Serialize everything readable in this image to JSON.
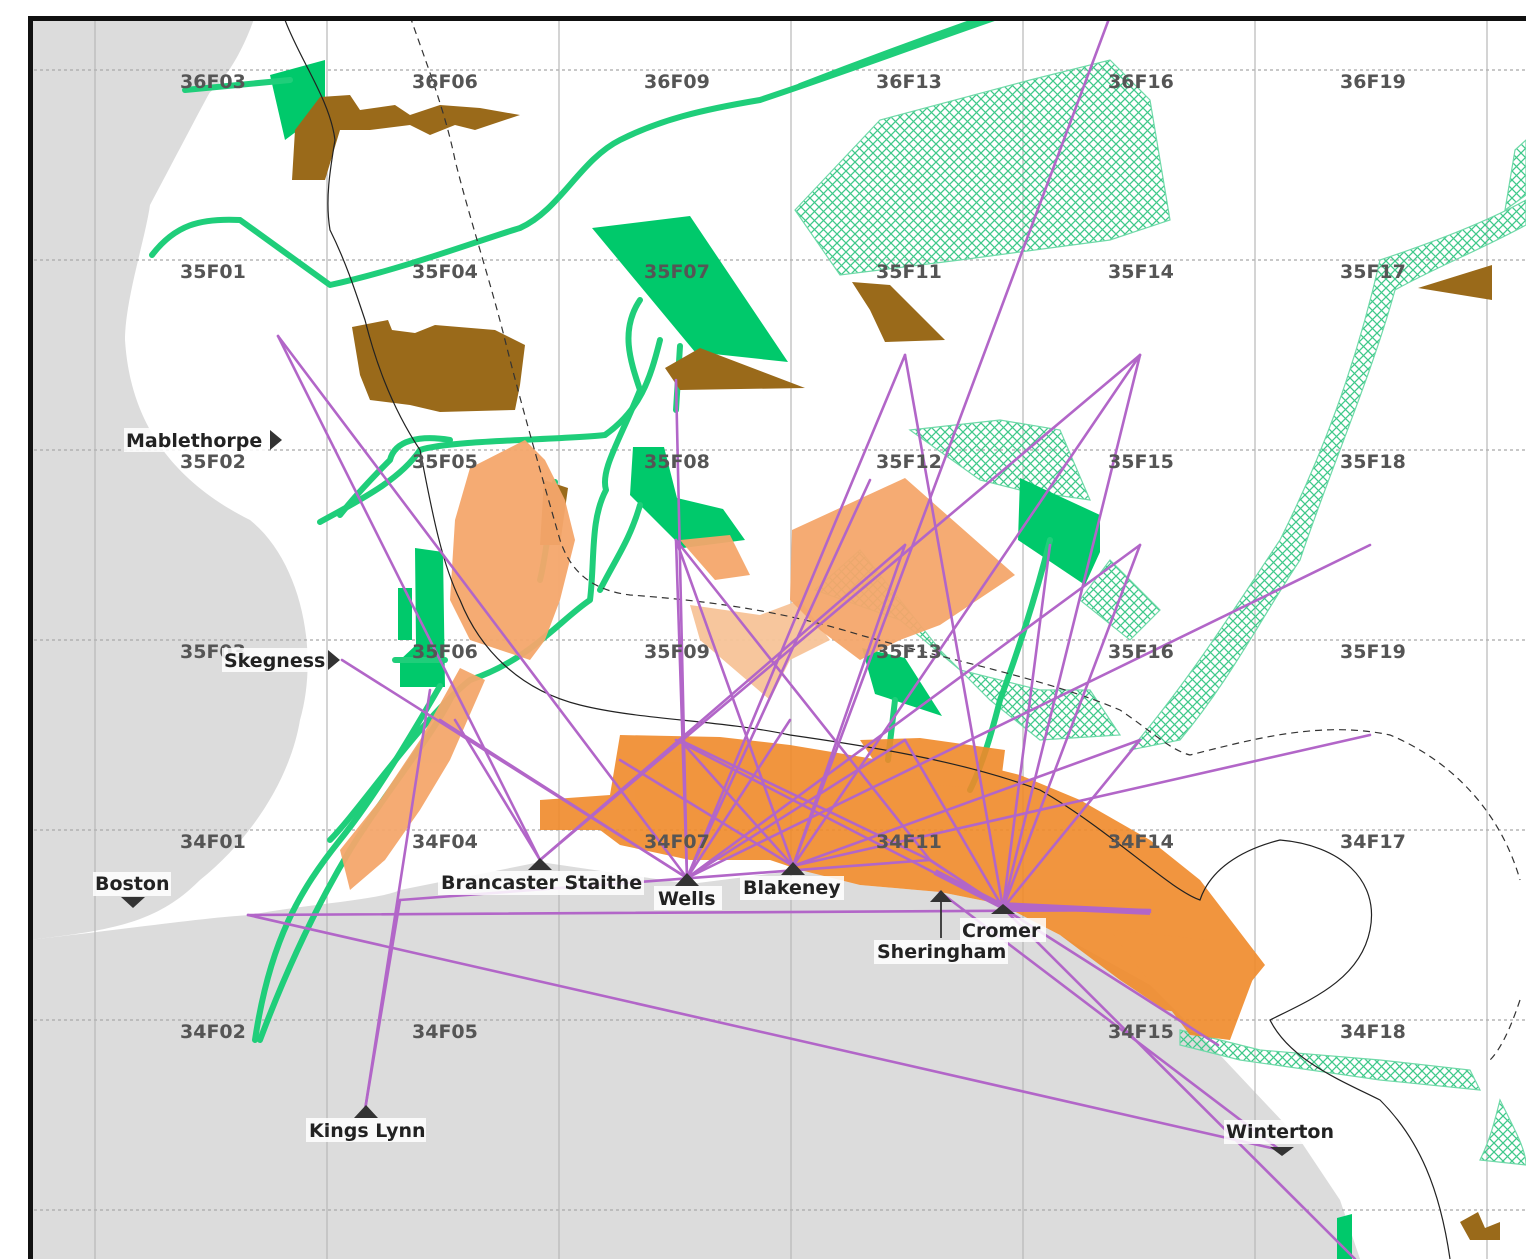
{
  "map": {
    "colors": {
      "land": "#dcdcdc",
      "sea": "#ffffff",
      "pipeline": "#1fce7a",
      "licence_block": "#00c96b",
      "hatched_zone": "#6fd9a8",
      "windfarm_existing": "#f08a2a",
      "windfarm_planned": "#f4a76c",
      "windfarm_pale": "#f7c398",
      "dredging_area": "#9a6a1a",
      "cable_route": "#b266c8",
      "port_marker": "#333333"
    },
    "grid_labels": [
      "36F03",
      "36F06",
      "36F09",
      "36F13",
      "36F16",
      "36F19",
      "35F01",
      "35F04",
      "35F07",
      "35F11",
      "35F14",
      "35F17",
      "35F02",
      "35F05",
      "35F08",
      "35F12",
      "35F15",
      "35F18",
      "35F03",
      "35F06",
      "35F09",
      "35F13",
      "35F16",
      "35F19",
      "34F01",
      "34F04",
      "34F07",
      "34F11",
      "34F14",
      "34F17",
      "34F02",
      "34F05",
      "34F15",
      "34F18"
    ],
    "ports": [
      "Mablethorpe",
      "Skegness",
      "Boston",
      "Brancaster Staithe",
      "Wells",
      "Blakeney",
      "Sheringham",
      "Cromer",
      "Kings Lynn",
      "Winterton"
    ]
  }
}
